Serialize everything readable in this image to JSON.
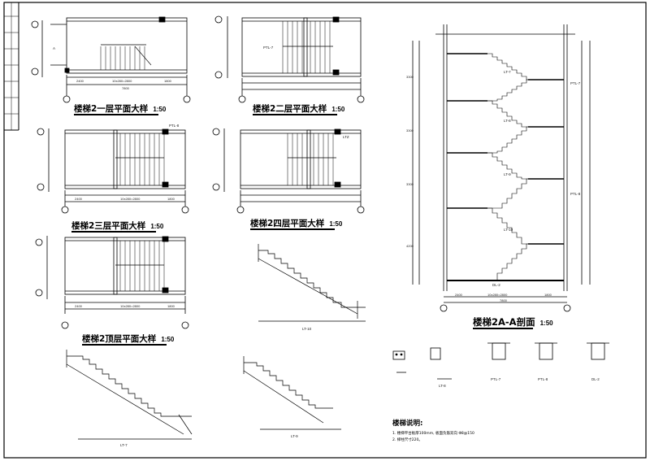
{
  "titles": {
    "floor1": "楼梯2一层平面大样",
    "floor2": "楼梯2二层平面大样",
    "floor3": "楼梯2三层平面大样",
    "floor4": "楼梯2四层平面大样",
    "top": "楼梯2顶层平面大样",
    "section": "楼梯2A-A剖面",
    "scale": "1:50"
  },
  "detail_labels": {
    "lt10": "LT-10",
    "lt9": "LT-9",
    "lt8": "LT-8",
    "lt7": "LT-7",
    "ptl7": "PTL-7",
    "ptl8": "PTL-8",
    "dl2": "DL-2"
  },
  "notes": {
    "heading": "楼梯说明:",
    "line1": "1. 楼梯平台板厚100mm, 板面负筋双向 Φ8@150",
    "line2": "2. 梯柱尺寸220。"
  },
  "plan_labels": {
    "axis_a": "A",
    "ptl7": "PTL-7",
    "ptl8": "PTL-8",
    "ltz": "LTZ",
    "dims_1": [
      "2400",
      "10x280=2800",
      "1800"
    ],
    "total": "7800",
    "dims_3": [
      "2400",
      "10x280=2800",
      "1800"
    ],
    "dims_top": [
      "2400",
      "10x280=2800",
      "1800"
    ]
  },
  "section_labels": {
    "lt": [
      "LT-7",
      "LT-8",
      "LT-9",
      "LT-10"
    ],
    "ptl": [
      "PTL-7",
      "PTL-8"
    ],
    "dl": "DL-2",
    "dims": [
      "3300",
      "3300",
      "3300",
      "4200"
    ],
    "bottom": [
      "2400",
      "10x280=2800",
      "1800"
    ],
    "total": "7800"
  }
}
